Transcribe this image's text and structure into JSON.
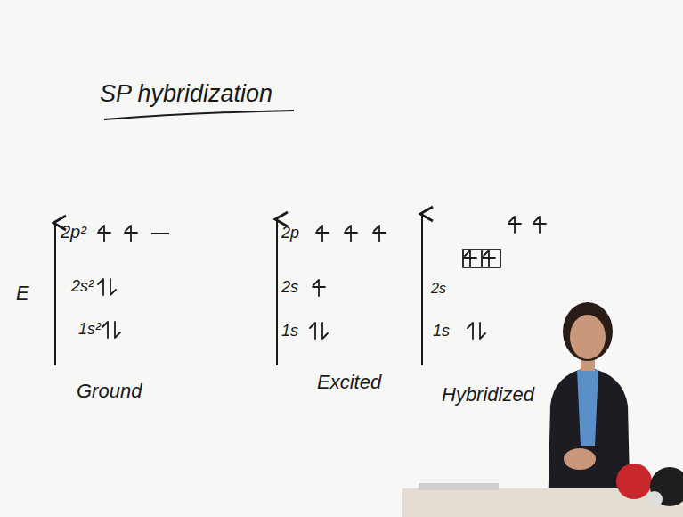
{
  "diagram": {
    "title": "SP hybridization",
    "labels": [
      "E",
      "2p²",
      "2s²",
      "1s²",
      "Ground",
      "2p",
      "2s",
      "1s",
      "Excited",
      "2s",
      "1s",
      "Hybridized"
    ]
  }
}
